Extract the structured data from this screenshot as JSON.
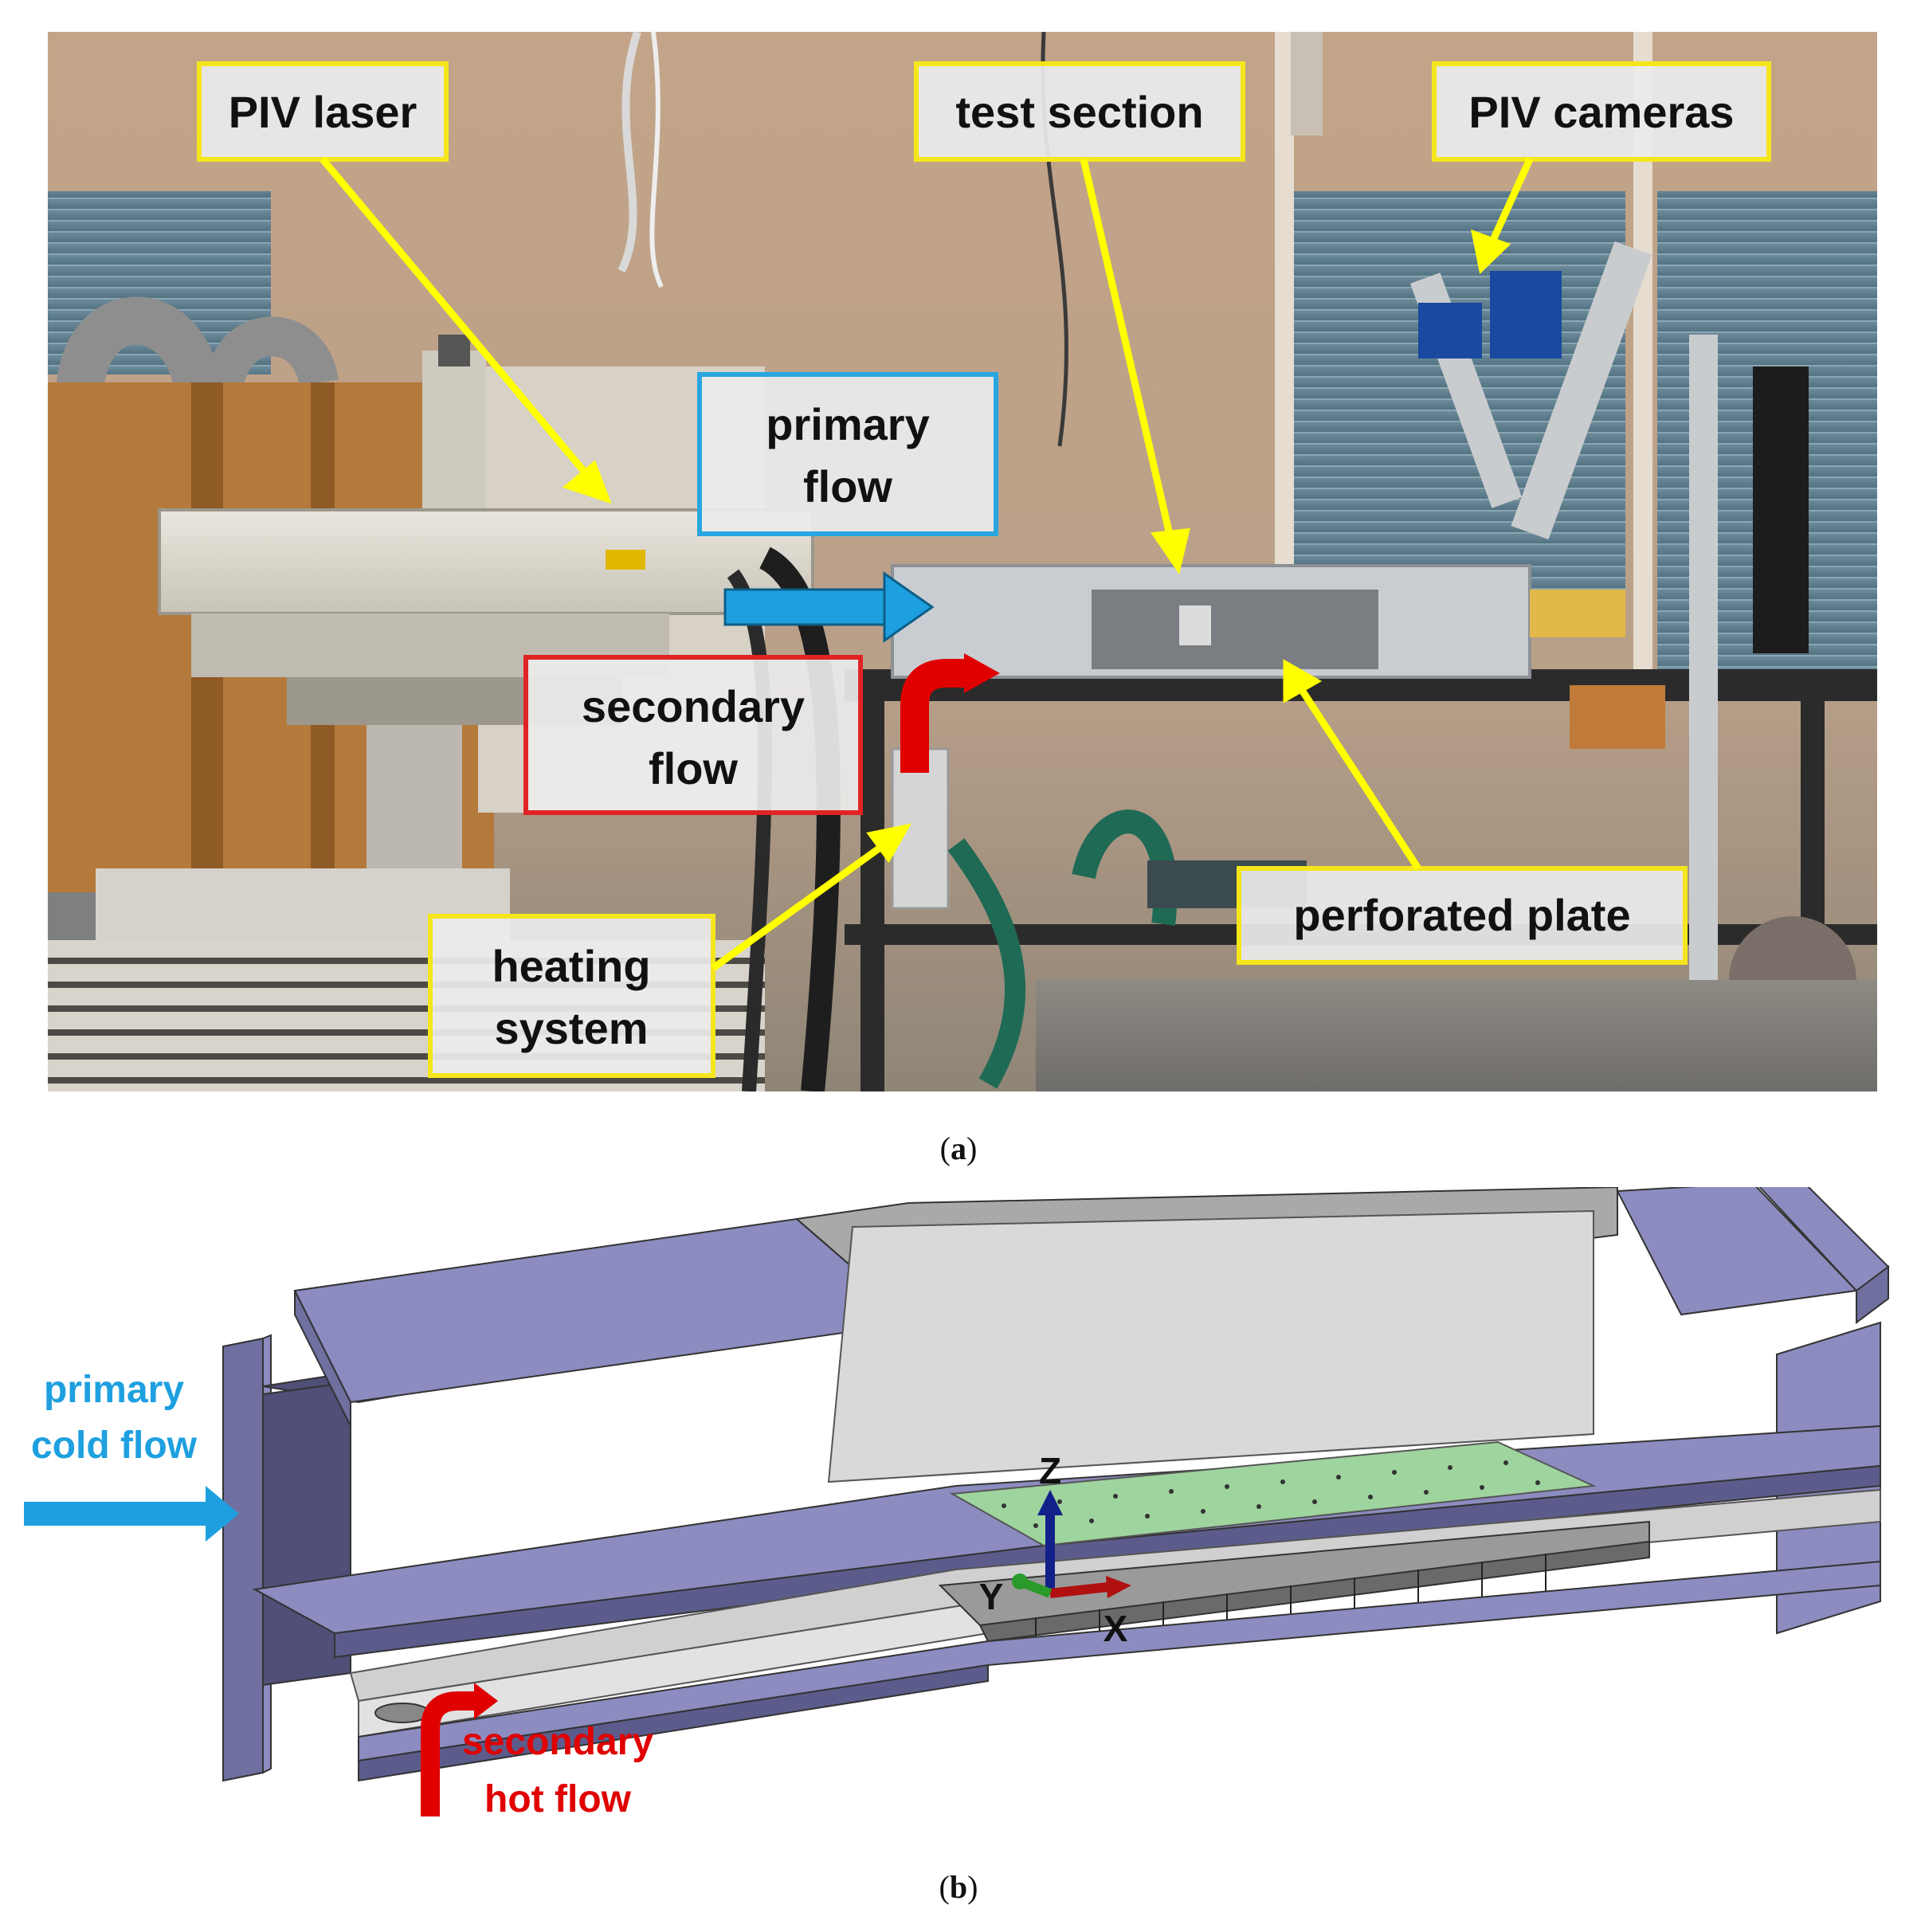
{
  "panel_a": {
    "labels": {
      "piv_laser": "PIV laser",
      "test_section": "test section",
      "piv_cameras": "PIV cameras",
      "primary_flow": [
        "primary",
        "flow"
      ],
      "secondary_flow": [
        "secondary",
        "flow"
      ],
      "heating_system": [
        "heating",
        "system"
      ],
      "perforated_plate": "perforated plate"
    },
    "caption": {
      "open": "(",
      "letter": "a",
      "close": ")"
    }
  },
  "panel_b": {
    "labels": {
      "primary_cold_flow": [
        "primary",
        "cold flow"
      ],
      "secondary_hot_flow": [
        "secondary",
        "hot flow"
      ],
      "axis_x": "X",
      "axis_y": "Y",
      "axis_z": "Z"
    },
    "caption": {
      "open": "(",
      "letter": "b",
      "close": ")"
    }
  },
  "colors": {
    "label_border_yellow": "#f5e61b",
    "label_border_blue": "#29a6e0",
    "label_border_red": "#e02424",
    "label_fill": "#ececec",
    "primary_flow_arrow": "#1ea0e0",
    "secondary_flow_arrow": "#e00000",
    "pointer_arrow": "#ffff00",
    "channel_purple": "#8c8cc0",
    "perforated_plate_green": "#9ed49e",
    "axis_x": "#b01010",
    "axis_y": "#2a9a2a",
    "axis_z": "#12208a"
  }
}
